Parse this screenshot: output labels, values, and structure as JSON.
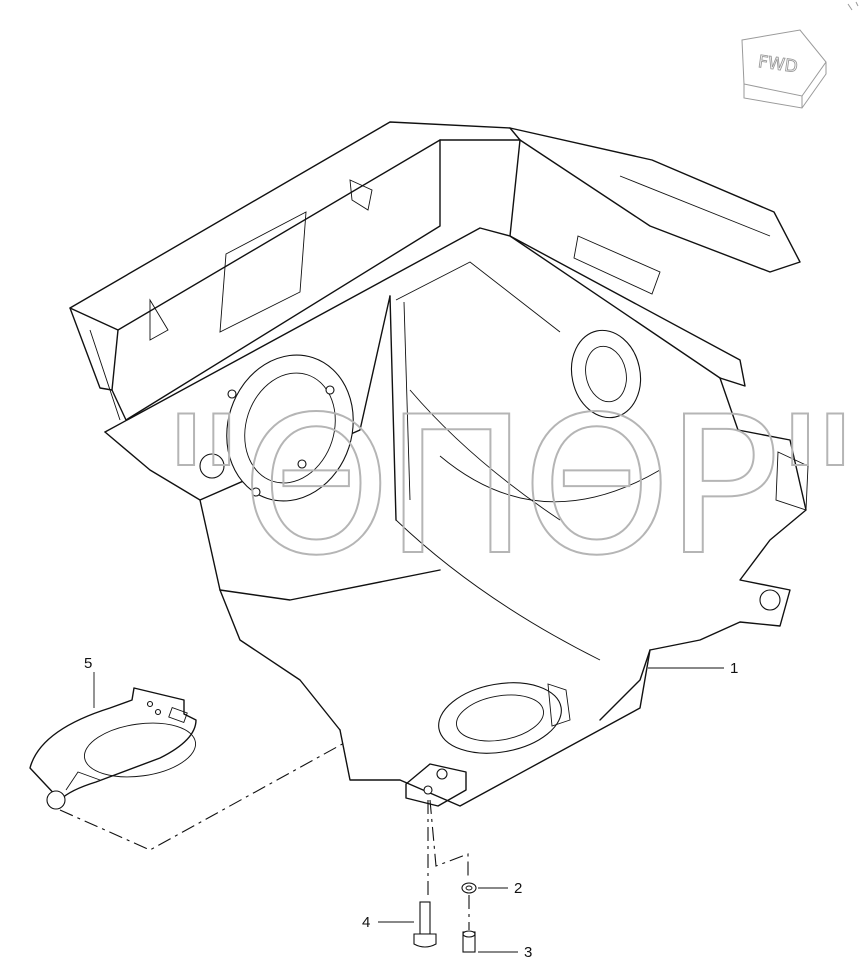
{
  "fwd_badge": {
    "label": "FWD"
  },
  "watermark": {
    "text": "\"ΘΠΘΡ\""
  },
  "callouts": [
    {
      "id": "1",
      "label": "1"
    },
    {
      "id": "2",
      "label": "2"
    },
    {
      "id": "3",
      "label": "3"
    },
    {
      "id": "4",
      "label": "4"
    },
    {
      "id": "5",
      "label": "5"
    }
  ]
}
